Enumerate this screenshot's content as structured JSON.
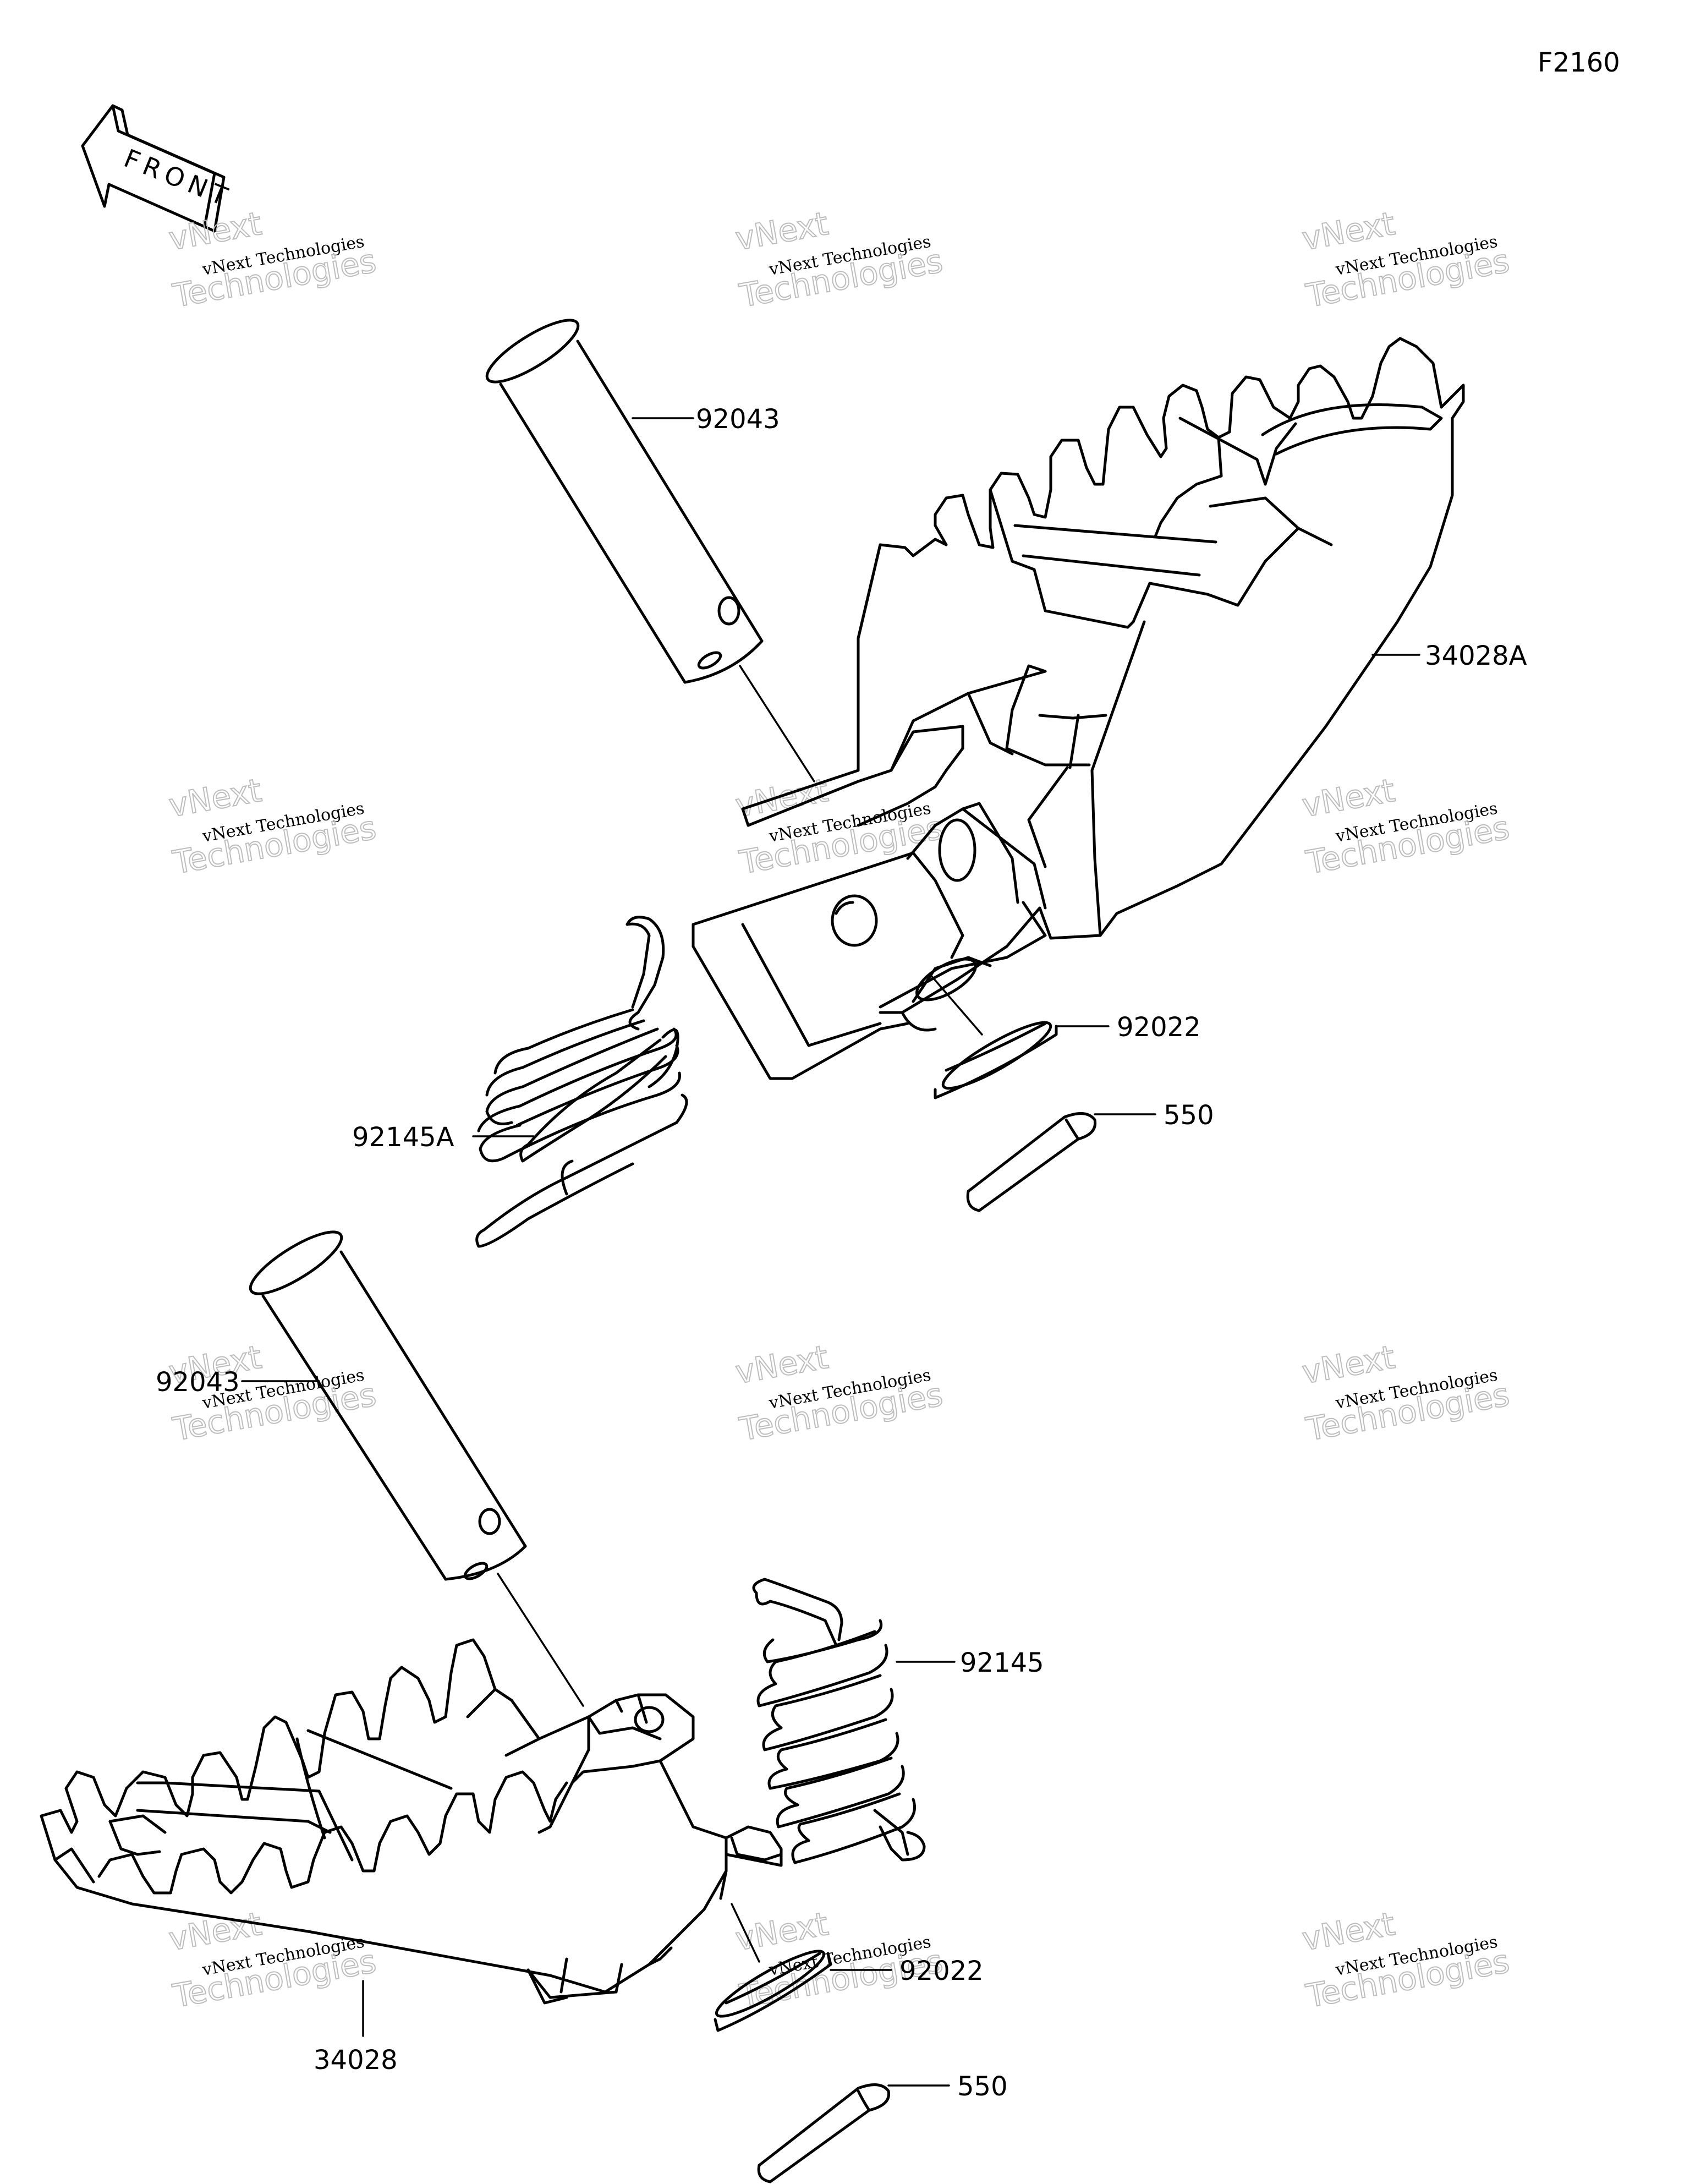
{
  "diagram_code": "F2160",
  "front_arrow_text": "FRONT",
  "watermark": {
    "small": "vNext Technologies",
    "large": "Technologies",
    "top": "vNext"
  },
  "labels": {
    "pin_upper": "92043",
    "footpeg_upper": "34028A",
    "washer_upper": "92022",
    "cotter_upper": "550",
    "spring_upper": "92145A",
    "pin_lower": "92043",
    "spring_lower": "92145",
    "washer_lower": "92022",
    "footpeg_lower": "34028",
    "cotter_lower": "550"
  }
}
